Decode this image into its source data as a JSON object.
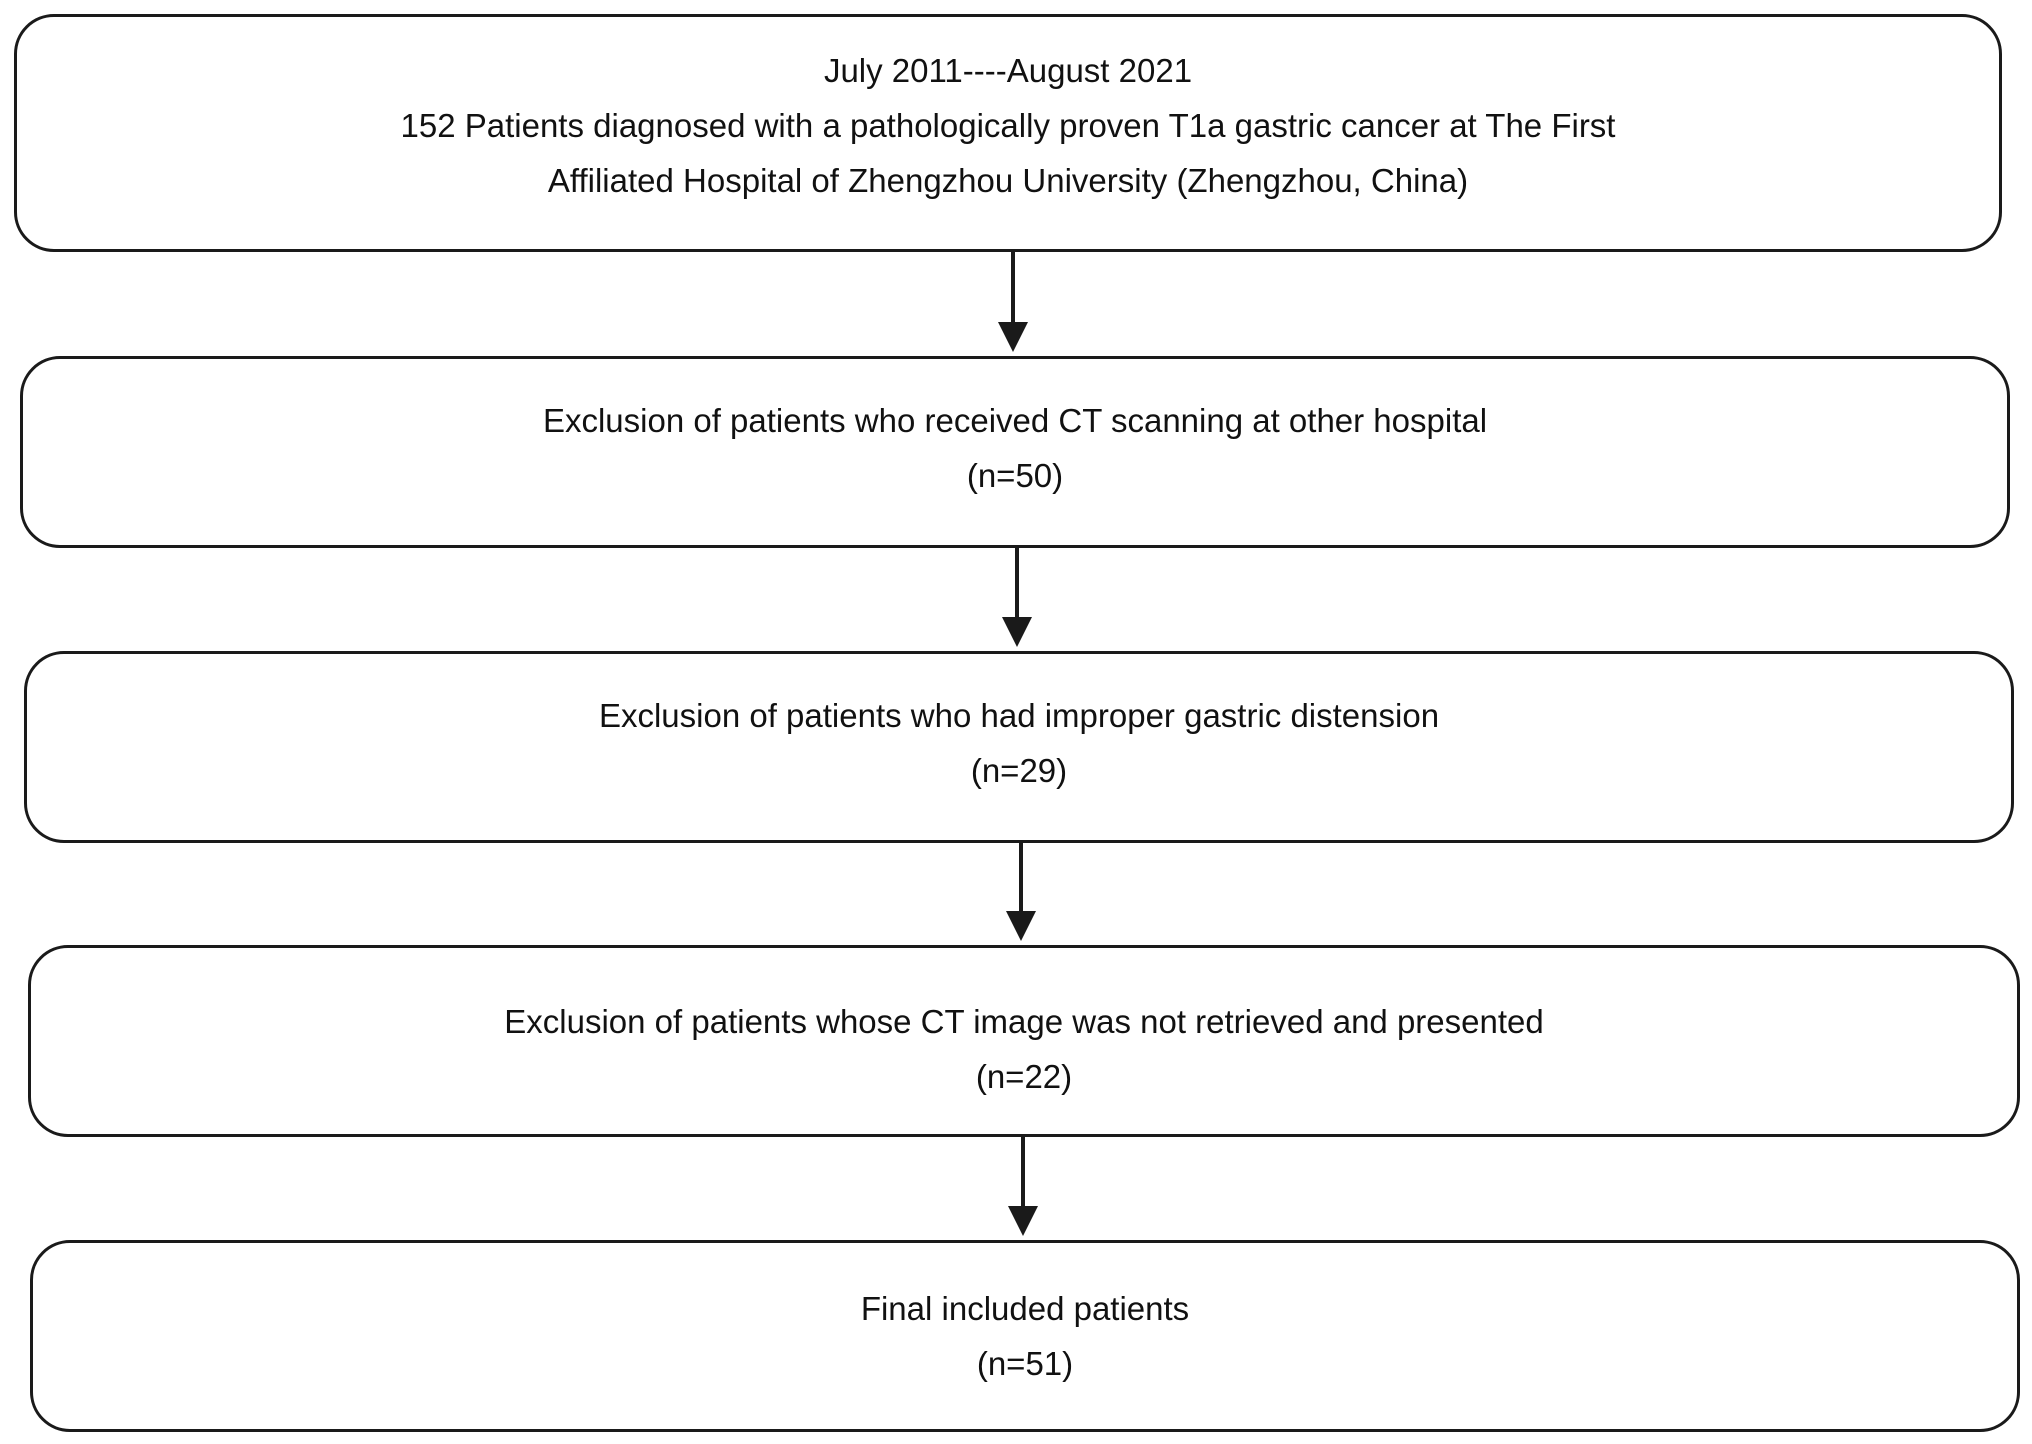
{
  "flowchart": {
    "box1": {
      "line1": "July 2011----August 2021",
      "line2": "152 Patients diagnosed with a pathologically proven T1a gastric cancer at The First",
      "line3": "Affiliated Hospital of Zhengzhou University (Zhengzhou, China)"
    },
    "box2": {
      "line1": "Exclusion of patients who received CT scanning at other hospital",
      "line2": "(n=50)"
    },
    "box3": {
      "line1": "Exclusion of patients who had improper gastric distension",
      "line2": "(n=29)"
    },
    "box4": {
      "line1": "Exclusion of patients whose CT image was not retrieved and presented",
      "line2": "(n=22)"
    },
    "box5": {
      "line1": "Final included patients",
      "line2": "(n=51)"
    }
  },
  "colors": {
    "stroke": "#1a1a1a",
    "background": "#ffffff",
    "text": "#111111"
  }
}
